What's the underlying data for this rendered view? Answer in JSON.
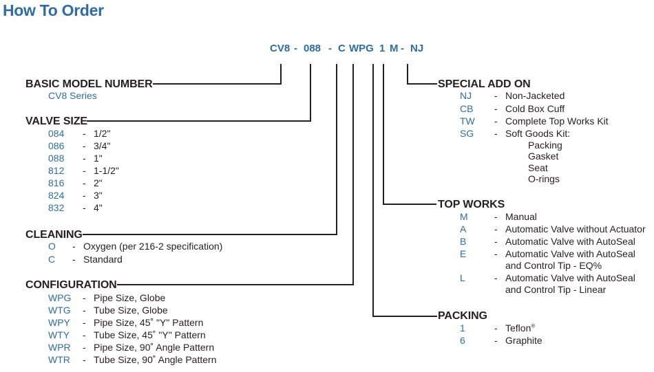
{
  "title": "How To Order",
  "model": {
    "cv8": "CV8",
    "d1": "-",
    "size": "088",
    "d2": "-",
    "clean": "C",
    "config": "WPG",
    "packing": "1",
    "topworks": "M",
    "d3": "-",
    "special": "NJ"
  },
  "basic": {
    "title": "BASIC MODEL NUMBER",
    "sub": "CV8 Series"
  },
  "valve_size": {
    "title": "VALVE SIZE",
    "items": [
      {
        "code": "084",
        "dash": "-",
        "desc": "1/2\""
      },
      {
        "code": "086",
        "dash": "-",
        "desc": "3/4\""
      },
      {
        "code": "088",
        "dash": "-",
        "desc": "1\""
      },
      {
        "code": "812",
        "dash": "-",
        "desc": "1-1/2\""
      },
      {
        "code": "816",
        "dash": "-",
        "desc": "2\""
      },
      {
        "code": "824",
        "dash": "-",
        "desc": "3\""
      },
      {
        "code": "832",
        "dash": "-",
        "desc": "4\""
      }
    ]
  },
  "cleaning": {
    "title": "CLEANING",
    "items": [
      {
        "code": "O",
        "dash": "-",
        "desc": "Oxygen (per 216-2 specification)"
      },
      {
        "code": "C",
        "dash": "-",
        "desc": "Standard"
      }
    ]
  },
  "configuration": {
    "title": "CONFIGURATION",
    "items": [
      {
        "code": "WPG",
        "dash": "-",
        "desc": "Pipe Size, Globe"
      },
      {
        "code": "WTG",
        "dash": "-",
        "desc": "Tube Size, Globe"
      },
      {
        "code": "WPY",
        "dash": "-",
        "desc": "Pipe Size, 45˚ \"Y\" Pattern"
      },
      {
        "code": "WTY",
        "dash": "-",
        "desc": "Tube Size, 45˚ \"Y\" Pattern"
      },
      {
        "code": "WPR",
        "dash": "-",
        "desc": "Pipe Size, 90˚ Angle Pattern"
      },
      {
        "code": "WTR",
        "dash": "-",
        "desc": "Tube Size, 90˚ Angle Pattern"
      }
    ]
  },
  "special": {
    "title": "SPECIAL ADD ON",
    "items": [
      {
        "code": "NJ",
        "dash": "-",
        "desc": "Non-Jacketed"
      },
      {
        "code": "CB",
        "dash": "-",
        "desc": "Cold Box Cuff"
      },
      {
        "code": "TW",
        "dash": "-",
        "desc": "Complete Top Works Kit"
      },
      {
        "code": "SG",
        "dash": "-",
        "desc": "Soft Goods Kit:"
      }
    ],
    "kit": [
      "Packing",
      "Gasket",
      "Seat",
      "O-rings"
    ]
  },
  "top_works": {
    "title": "TOP WORKS",
    "items": [
      {
        "code": "M",
        "dash": "-",
        "desc": "Manual"
      },
      {
        "code": "A",
        "dash": "-",
        "desc": "Automatic Valve without Actuator"
      },
      {
        "code": "B",
        "dash": "-",
        "desc": "Automatic Valve with AutoSeal"
      },
      {
        "code": "E",
        "dash": "-",
        "desc": "Automatic Valve with AutoSeal",
        "desc2": "and Control Tip - EQ%"
      },
      {
        "code": "L",
        "dash": "-",
        "desc": "Automatic Valve with AutoSeal",
        "desc2": "and Control Tip - Linear"
      }
    ]
  },
  "packing": {
    "title": "PACKING",
    "items": [
      {
        "code": "1",
        "dash": "-",
        "desc": "Teflon",
        "sup": "®"
      },
      {
        "code": "6",
        "dash": "-",
        "desc": "Graphite"
      }
    ]
  }
}
